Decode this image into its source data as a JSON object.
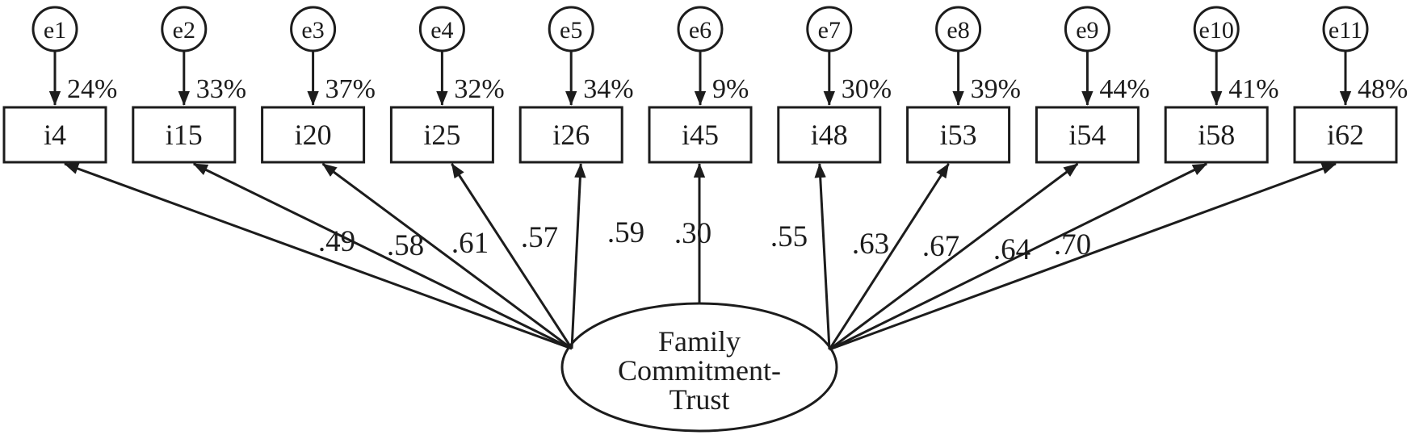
{
  "diagram": {
    "type": "cfa-path-diagram",
    "latent": {
      "label_lines": [
        "Family",
        "Commitment-",
        "Trust"
      ]
    },
    "indicators": [
      {
        "error": "e1",
        "variance": "24%",
        "item": "i4",
        "loading": ".49"
      },
      {
        "error": "e2",
        "variance": "33%",
        "item": "i15",
        "loading": ".58"
      },
      {
        "error": "e3",
        "variance": "37%",
        "item": "i20",
        "loading": ".61"
      },
      {
        "error": "e4",
        "variance": "32%",
        "item": "i25",
        "loading": ".57"
      },
      {
        "error": "e5",
        "variance": "34%",
        "item": "i26",
        "loading": ".59"
      },
      {
        "error": "e6",
        "variance": "9%",
        "item": "i45",
        "loading": ".30"
      },
      {
        "error": "e7",
        "variance": "30%",
        "item": "i48",
        "loading": ".55"
      },
      {
        "error": "e8",
        "variance": "39%",
        "item": "i53",
        "loading": ".63"
      },
      {
        "error": "e9",
        "variance": "44%",
        "item": "i54",
        "loading": ".67"
      },
      {
        "error": "e10",
        "variance": "41%",
        "item": "i58",
        "loading": ".64"
      },
      {
        "error": "e11",
        "variance": "48%",
        "item": "i62",
        "loading": ".70"
      }
    ],
    "colors": {
      "stroke": "#1c1c1c",
      "background": "#ffffff"
    }
  }
}
